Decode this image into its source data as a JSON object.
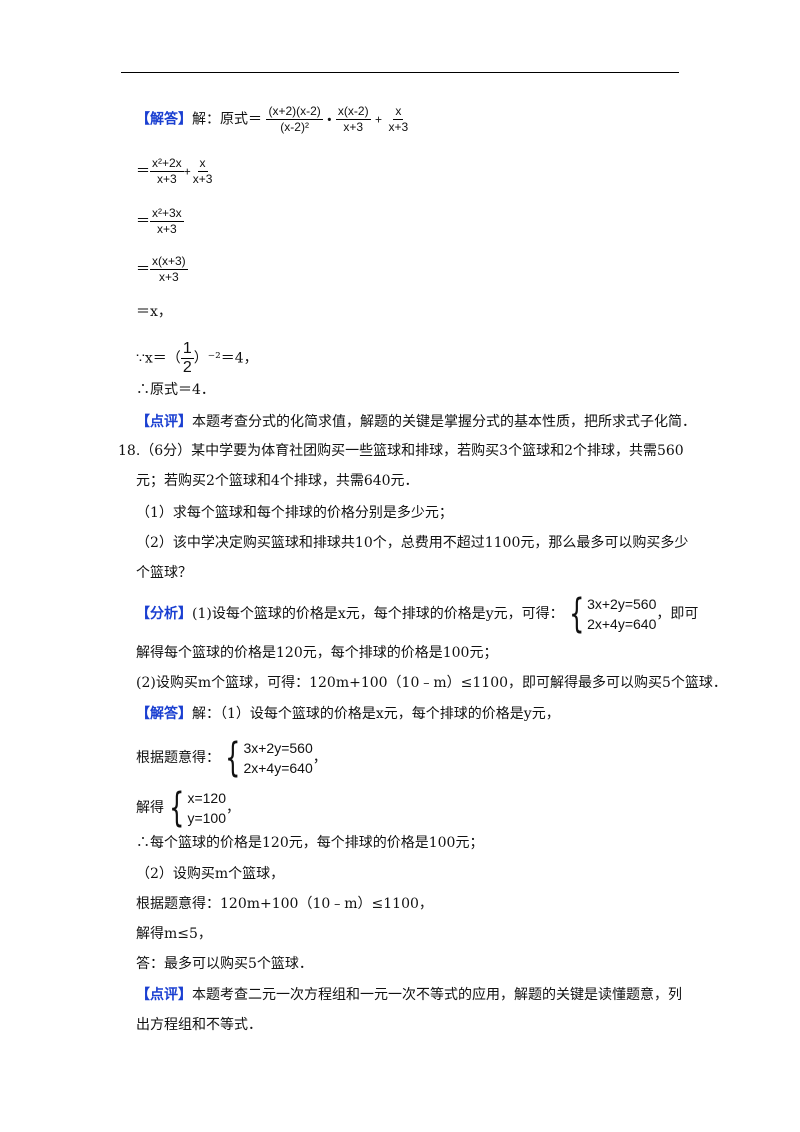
{
  "block1": {
    "tag": "【解答】",
    "lead": "解：原式＝",
    "f1_num": "(x+2)(x-2)",
    "f1_den": "(x-2)²",
    "dot": "•",
    "f2_num": "x(x-2)",
    "f2_den": "x+3",
    "plus": "+",
    "f3_num": "x",
    "f3_den": "x+3",
    "step2_eq": "＝",
    "step2_num": "x²+2x",
    "step2_den": "x+3",
    "step2_plus": "+",
    "step2_num2": "x",
    "step2_den2": "x+3",
    "step3_eq": "＝",
    "step3_num": "x²+3x",
    "step3_den": "x+3",
    "step4_eq": "＝",
    "step4_num": "x(x+3)",
    "step4_den": "x+3",
    "step5": "＝x，",
    "because_a": "∵x＝（",
    "half_num": "1",
    "half_den": "2",
    "because_b": "）⁻²＝4，",
    "therefore": "∴原式＝4．"
  },
  "comment1": {
    "tag": "【点评】",
    "text": "本题考查分式的化简求值，解题的关键是掌握分式的基本性质，把所求式子化简．"
  },
  "q18": {
    "line1": "18.（6分）某中学要为体育社团购买一些篮球和排球，若购买3个篮球和2个排球，共需560",
    "line2": "元；若购买2个篮球和4个排球，共需640元．",
    "sub1": "（1）求每个篮球和每个排球的价格分别是多少元；",
    "sub2a": "（2）该中学决定购买篮球和排球共10个，总费用不超过1100元，那么最多可以购买多少",
    "sub2b": "个篮球？"
  },
  "analysis": {
    "tag": "【分析】",
    "text1": "(1)设每个篮球的价格是x元，每个排球的价格是y元，可得：",
    "eq1": "3x+2y=560",
    "eq2": "2x+4y=640",
    "text1b": "，即可",
    "text2": "解得每个篮球的价格是120元，每个排球的价格是100元；",
    "text3": "(2)设购买m个篮球，可得：120m+100（10﹣m）≤1100，即可解得最多可以购买5个篮球．"
  },
  "solution": {
    "tag": "【解答】",
    "line1": "解：（1）设每个篮球的价格是x元，每个排球的价格是y元，",
    "line2_lead": "根据题意得：",
    "sys1_eq1": "3x+2y=560",
    "sys1_eq2": "2x+4y=640",
    "sys1_tail": "，",
    "line3_lead": "解得",
    "sys2_eq1": "x=120",
    "sys2_eq2": "y=100",
    "sys2_tail": "，",
    "line4": "∴每个篮球的价格是120元，每个排球的价格是100元；",
    "line5": "（2）设购买m个篮球，",
    "line6": "根据题意得：120m+100（10﹣m）≤1100，",
    "line7": "解得m≤5，",
    "line8": "答：最多可以购买5个篮球．"
  },
  "comment2": {
    "tag": "【点评】",
    "text": "本题考查二元一次方程组和一元一次不等式的应用，解题的关键是读懂题意，列",
    "text2": "出方程组和不等式．"
  }
}
